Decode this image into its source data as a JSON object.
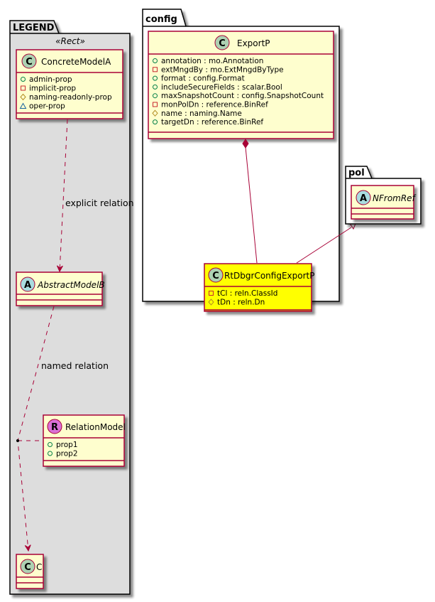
{
  "colors": {
    "class_fill": "#FEFECE",
    "class_border": "#A80036",
    "highlight_fill": "#FFFF00",
    "legend_fill": "#DDDDDD",
    "relation_line": "#A80036",
    "spot_class": "#ADD1B2",
    "spot_abstract": "#A9DCDF",
    "spot_relation": "#DA70D6",
    "vis_public": "#038048",
    "vis_private": "#C82930",
    "vis_protected": "#B38D22",
    "vis_package": "#1963A0"
  },
  "packages": {
    "legend": {
      "title": "LEGEND",
      "stereotype": "«Rect»",
      "classes": {
        "concrete": {
          "spot": "C",
          "name": "ConcreteModelA",
          "attributes": [
            {
              "visibility": "public",
              "text": "admin-prop"
            },
            {
              "visibility": "private",
              "text": "implicit-prop"
            },
            {
              "visibility": "protected",
              "text": "naming-readonly-prop"
            },
            {
              "visibility": "package",
              "text": "oper-prop"
            }
          ]
        },
        "abstract": {
          "spot": "A",
          "name": "AbstractModelB"
        },
        "relation": {
          "spot": "R",
          "name": "RelationModel",
          "attributes": [
            {
              "visibility": "public",
              "text": "prop1"
            },
            {
              "visibility": "public",
              "text": "prop2"
            }
          ]
        },
        "c": {
          "spot": "C",
          "name": "C"
        }
      },
      "relations": {
        "explicit": "explicit relation",
        "named": "named relation"
      }
    },
    "config": {
      "title": "config",
      "classes": {
        "export": {
          "spot": "C",
          "name": "ExportP",
          "attributes": [
            {
              "visibility": "public",
              "text": "annotation : mo.Annotation"
            },
            {
              "visibility": "private",
              "text": "extMngdBy : mo.ExtMngdByType"
            },
            {
              "visibility": "public",
              "text": "format : config.Format"
            },
            {
              "visibility": "public",
              "text": "includeSecureFields : scalar.Bool"
            },
            {
              "visibility": "public",
              "text": "maxSnapshotCount : config.SnapshotCount"
            },
            {
              "visibility": "private",
              "text": "monPolDn : reference.BinRef"
            },
            {
              "visibility": "protected",
              "text": "name : naming.Name"
            },
            {
              "visibility": "public",
              "text": "targetDn : reference.BinRef"
            }
          ]
        },
        "rtdbgr": {
          "spot": "C",
          "name": "RtDbgrConfigExportP",
          "attributes": [
            {
              "visibility": "private",
              "text": "tCl : reln.ClassId"
            },
            {
              "visibility": "protected",
              "text": "tDn : reln.Dn"
            }
          ]
        }
      }
    },
    "pol": {
      "title": "pol",
      "classes": {
        "nfromref": {
          "spot": "A",
          "name": "NFromRef"
        }
      }
    }
  }
}
